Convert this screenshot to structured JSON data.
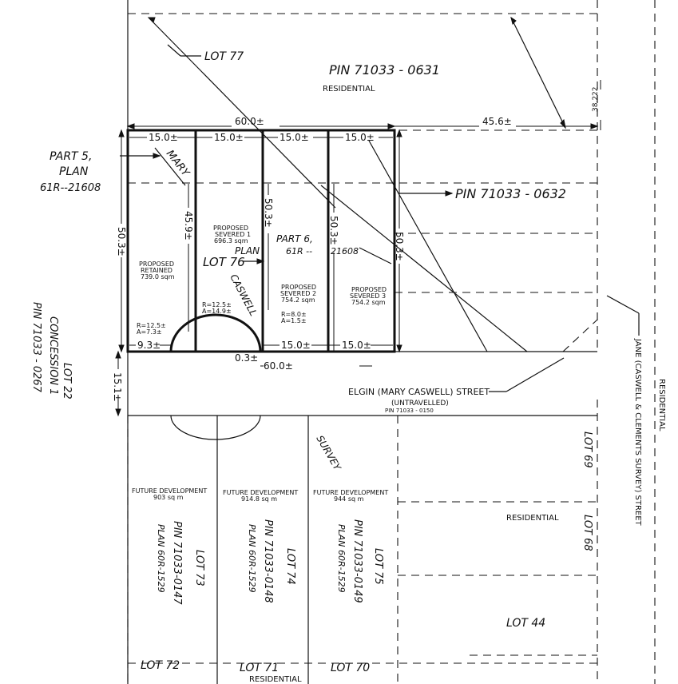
{
  "labels": {
    "lot77": "LOT 77",
    "pin0631": "PIN  71033 - 0631",
    "residential_top": "RESIDENTIAL",
    "side_dim_top": "38.222",
    "dim_60_top": "60.0±",
    "dim_456": "45.6±",
    "dim_15_a": "15.0±",
    "dim_15_b": "15.0±",
    "dim_15_c": "15.0±",
    "dim_15_d": "15.0±",
    "part5_l1": "PART 5,",
    "part5_l2": "PLAN",
    "part5_l3": "61R--21608",
    "mary": "MARY",
    "pin0632": "PIN  71033 - 0632",
    "dim_503_left": "50.3±",
    "dim_459": "45.9±",
    "dim_503_mid": "50.3±",
    "dim_503_r": "50.3±",
    "dim_503_right": "50.3±",
    "severed1_l1": "PROPOSED",
    "severed1_l2": "SEVERED 1",
    "severed1_l3": "696.3 sqm",
    "plan_word": "PLAN",
    "part6_l1": "PART 6,",
    "part6_l2": "61R --",
    "part6_l3": "21608",
    "lot76": "LOT 76",
    "retained_l1": "PROPOSED",
    "retained_l2": "RETAINED",
    "retained_l3": "739.0 sqm",
    "caswell": "CASWELL",
    "severed2_l1": "PROPOSED",
    "severed2_l2": "SEVERED 2",
    "severed2_l3": "754.2 sqm",
    "severed3_l1": "PROPOSED",
    "severed3_l2": "SEVERED 3",
    "severed3_l3": "754.2 sqm",
    "curve1_l1": "R=12.5±",
    "curve1_l2": "A=14.9±",
    "curve2_l1": "R=12.5±",
    "curve2_l2": "A=7.3±",
    "curve3_l1": "R=8.0±",
    "curve3_l2": "A=1.5±",
    "dim_93": "9.3±",
    "dim_15_bot1": "15.0±",
    "dim_15_bot2": "15.0±",
    "dim_03": "0.3±",
    "dim_60_bot": "60.0±",
    "dim_151": "15.1±",
    "lot22": "LOT 22",
    "concession": "CONCESSION 1",
    "pin0267": "PIN  71033 - 0267",
    "elgin": "ELGIN (MARY CASWELL) STREET",
    "untravelled": "(UNTRAVELLED)",
    "pin0150": "PIN  71033 - 0150",
    "jane_street": "JANE (CASWELL & CLEMENTS SURVEY) STREET",
    "residential_right": "RESIDENTIAL",
    "survey": "SURVEY",
    "fd1_l1": "FUTURE DEVELOPMENT",
    "fd1_l2": "903 sq m",
    "fd2_l1": "FUTURE DEVELOPMENT",
    "fd2_l2": "914.8 sq m",
    "fd3_l1": "FUTURE DEVELOPMENT",
    "fd3_l2": "944 sq m",
    "lot73": "LOT 73",
    "pin0147": "PIN  71033-0147",
    "plan1529_a": "PLAN  60R-1529",
    "lot74": "LOT 74",
    "pin0148": "PIN  71033-0148",
    "plan1529_b": "PLAN  60R-1529",
    "lot75": "LOT 75",
    "pin0149": "PIN  71033-0149",
    "plan1529_c": "PLAN  60R-1529",
    "lot69": "LOT 69",
    "lot68": "LOT 68",
    "residential_mid": "RESIDENTIAL",
    "lot44": "LOT 44",
    "lot72": "LOT 72",
    "lot71": "LOT 71",
    "lot70": "LOT 70",
    "residential_bot": "RESIDENTIAL"
  }
}
